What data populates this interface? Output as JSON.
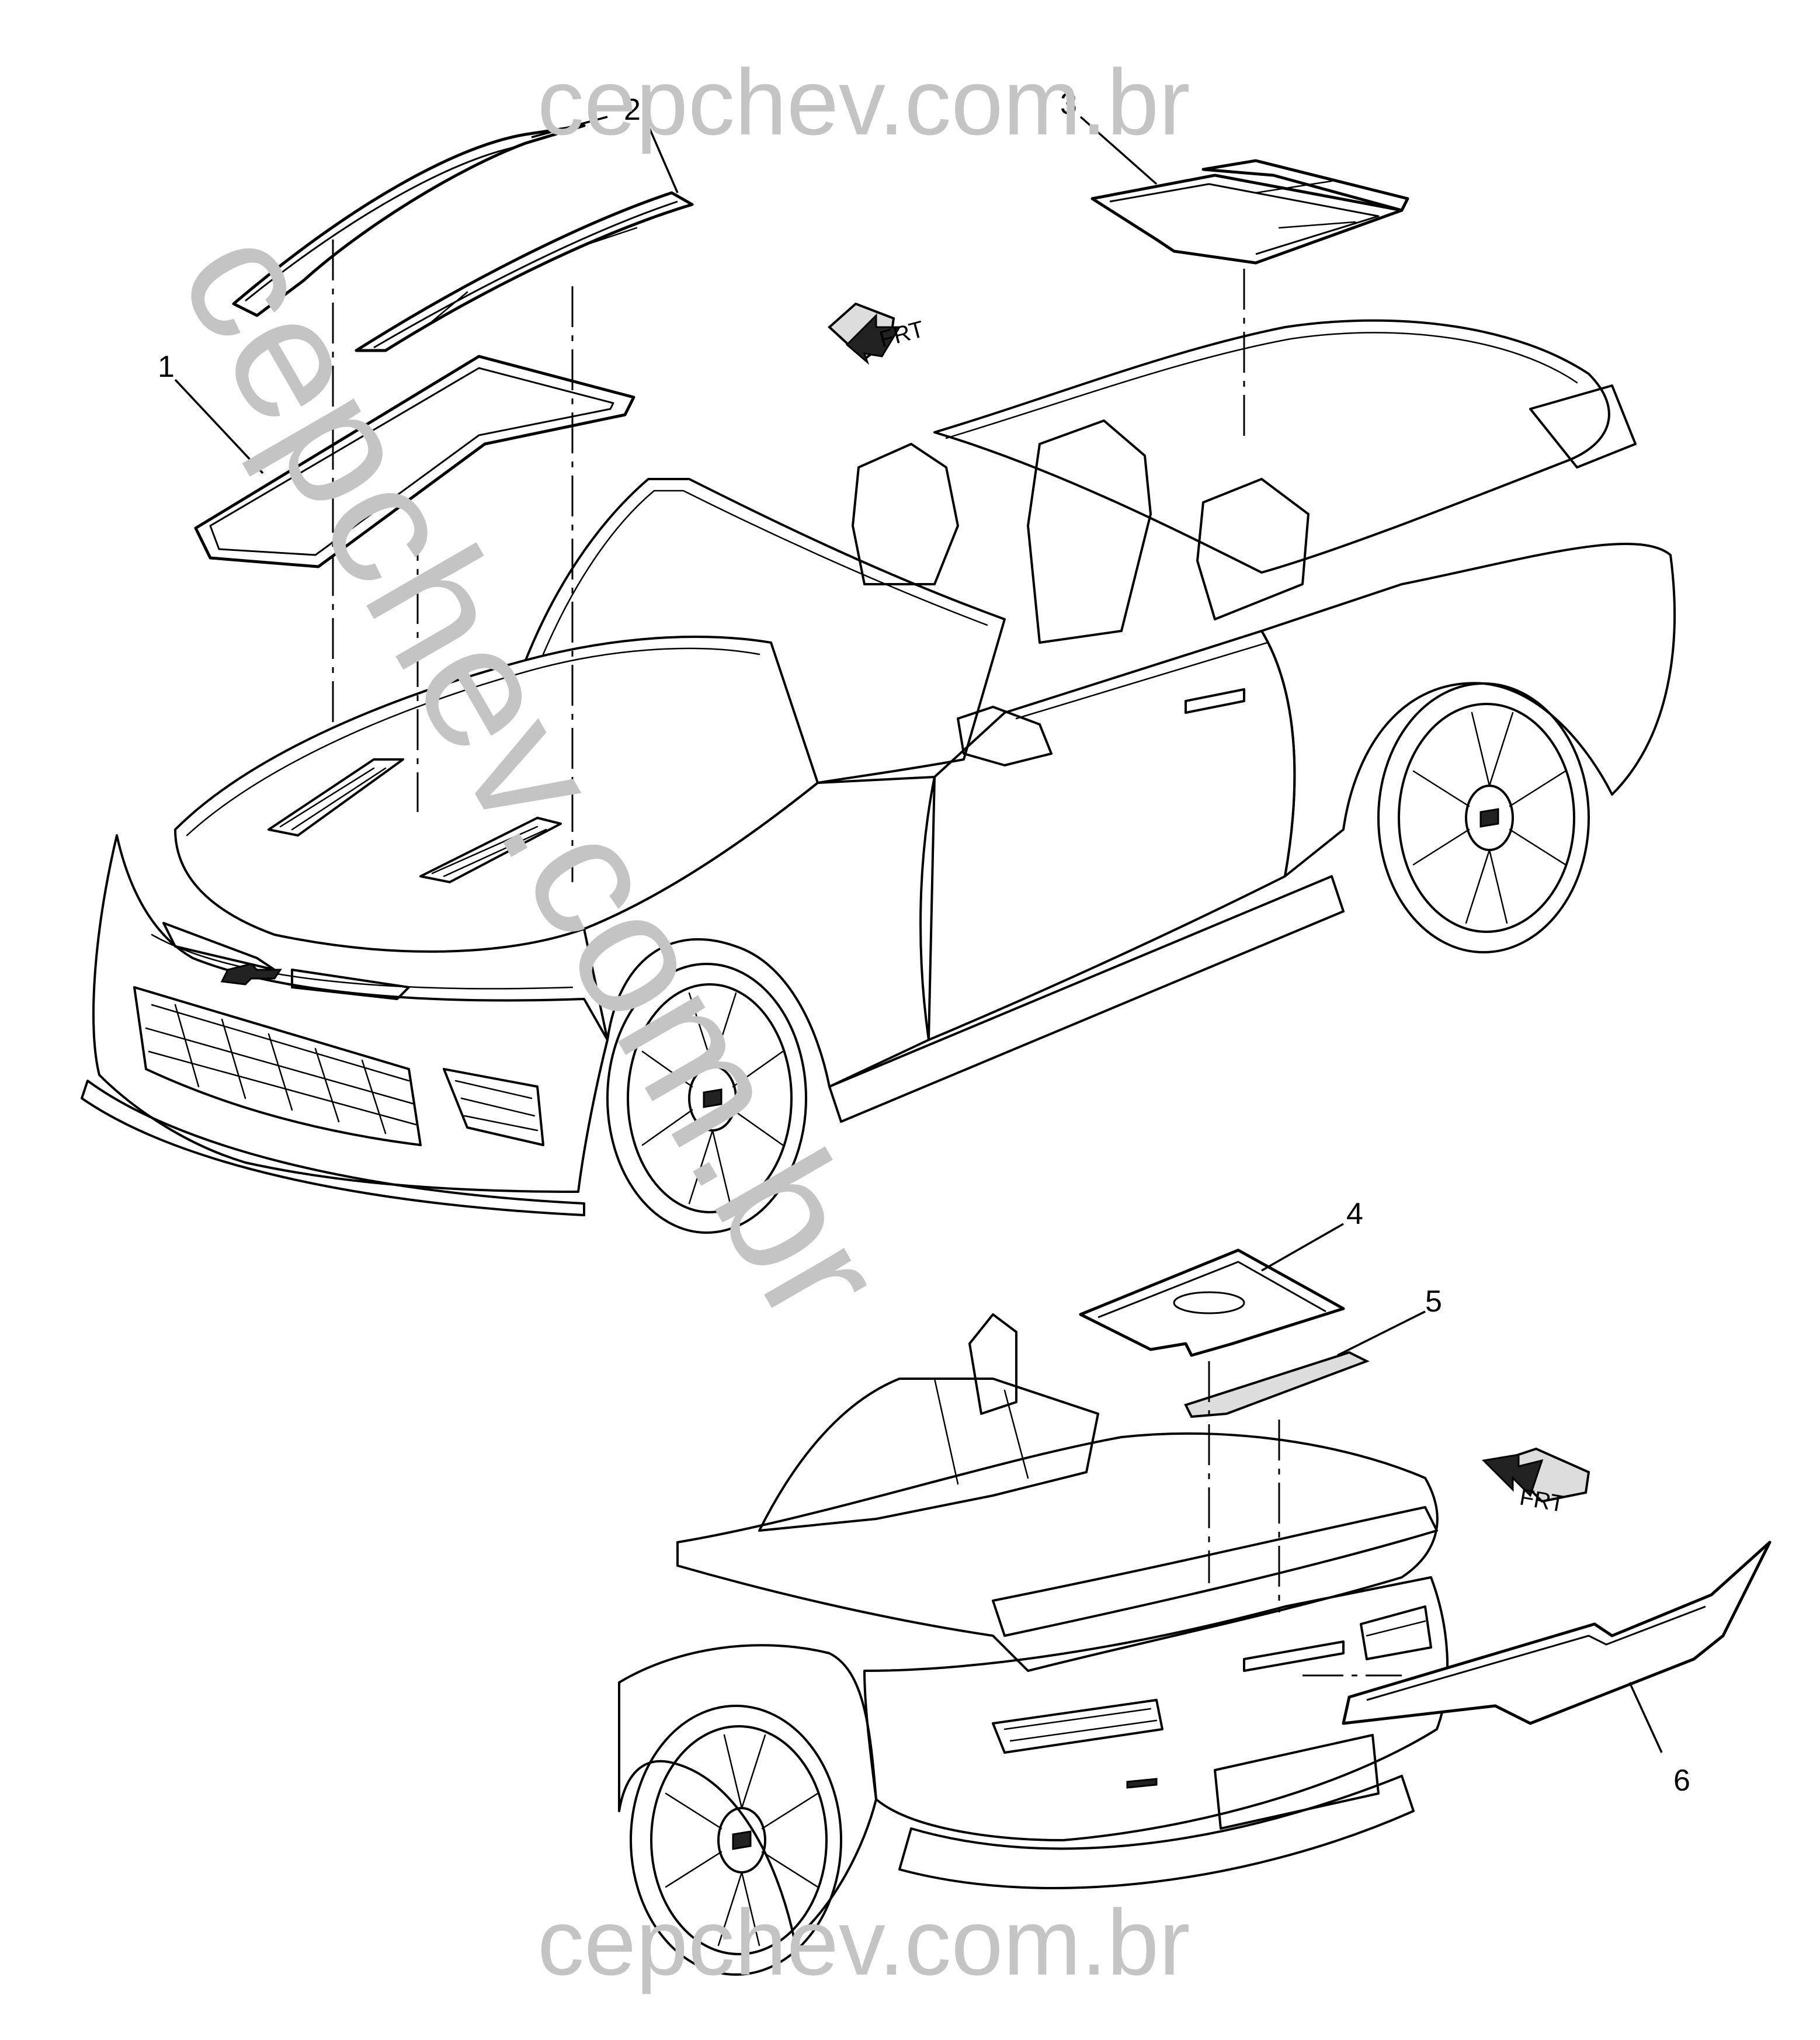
{
  "watermark": {
    "top": "cepchev.com.br",
    "diagonal": "cepchev.com.br",
    "bottom": "cepchev.com.br"
  },
  "callouts": [
    {
      "id": "1",
      "label": "1"
    },
    {
      "id": "2",
      "label": "2"
    },
    {
      "id": "3",
      "label": "3"
    },
    {
      "id": "4",
      "label": "4"
    },
    {
      "id": "5",
      "label": "5"
    },
    {
      "id": "6",
      "label": "6"
    }
  ],
  "frt_label": "FRT"
}
